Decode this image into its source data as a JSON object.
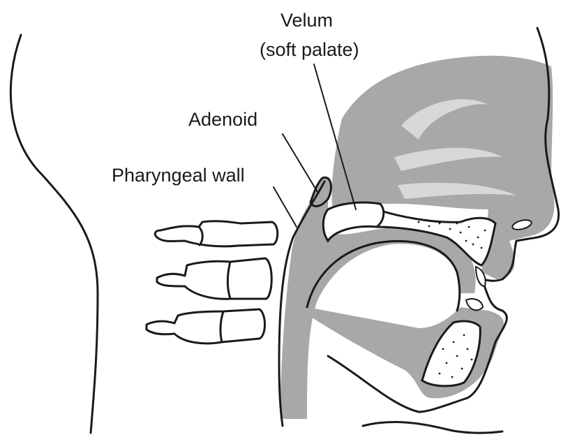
{
  "labels": {
    "velum_line1": "Velum",
    "velum_line2": "(soft palate)",
    "adenoid": "Adenoid",
    "pharyngeal_wall": "Pharyngeal wall"
  },
  "colors": {
    "tissue": "#a8a8a8",
    "ink": "#1a1a1a",
    "bone": "#ffffff",
    "background": "#ffffff"
  }
}
